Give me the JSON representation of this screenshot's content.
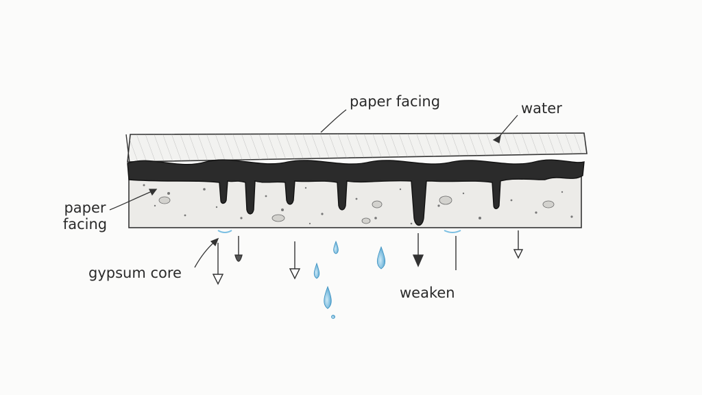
{
  "labels": {
    "top_facing": "paper facing",
    "water": "water",
    "left_facing": "paper facing",
    "gypsum_core": "gypsum core",
    "weaken": "weaken"
  },
  "colors": {
    "pencil": "#2a2a2a",
    "core": "#ecebe8",
    "wet_band": "#2b2b2b",
    "water_drop": "#6fb7dc"
  }
}
